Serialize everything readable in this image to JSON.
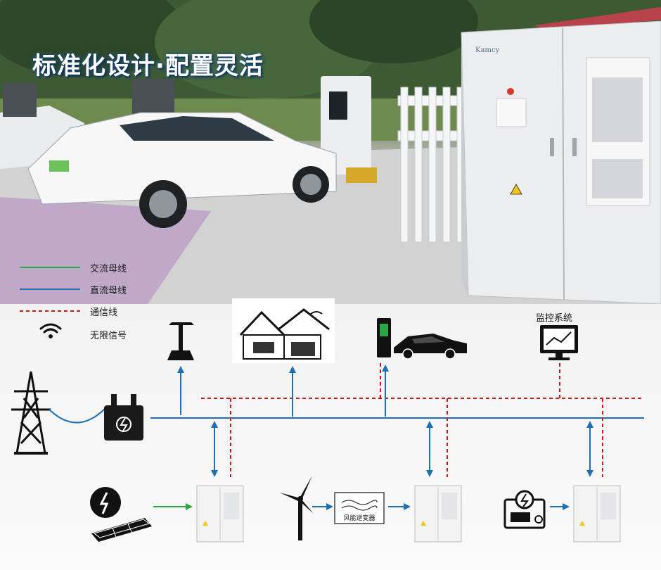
{
  "headline": "标准化设计·配置灵活",
  "cabinet_brand": "Kamcy",
  "legend": {
    "ac_bus": "交流母线",
    "dc_bus": "直流母线",
    "comm_line": "通信线",
    "wireless": "无限信号"
  },
  "monitor_label": "监控系统",
  "inverter_label": "风能逆变器",
  "colors": {
    "ac_bus": "#2aa745",
    "dc_bus": "#1f6fb5",
    "comm_line": "#d0171b"
  }
}
